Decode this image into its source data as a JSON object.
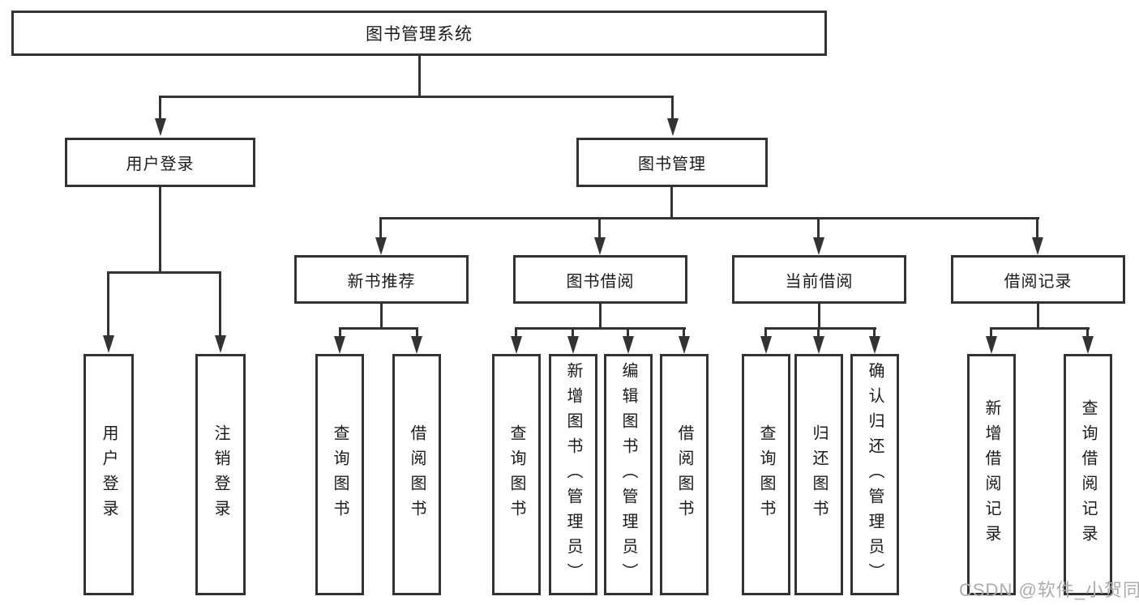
{
  "tree": {
    "root": {
      "label": "图书管理系统"
    },
    "branches": [
      {
        "label": "用户登录",
        "leaves": [
          "用户登录",
          "注销登录"
        ]
      },
      {
        "label": "图书管理",
        "sections": [
          {
            "label": "新书推荐",
            "leaves": [
              "查询图书",
              "借阅图书"
            ]
          },
          {
            "label": "图书借阅",
            "leaves": [
              "查询图书",
              "新增图书（管理员）",
              "编辑图书（管理员）",
              "借阅图书"
            ]
          },
          {
            "label": "当前借阅",
            "leaves": [
              "查询图书",
              "归还图书",
              "确认归还（管理员）"
            ]
          },
          {
            "label": "借阅记录",
            "leaves": [
              "新增借阅记录",
              "查询借阅记录"
            ]
          }
        ]
      }
    ]
  },
  "watermark": "CSDN @软件_小贺同学",
  "colors": {
    "line": "#333333",
    "text": "#1a1a1a",
    "watermark": "#ababab",
    "background": "#ffffff"
  }
}
